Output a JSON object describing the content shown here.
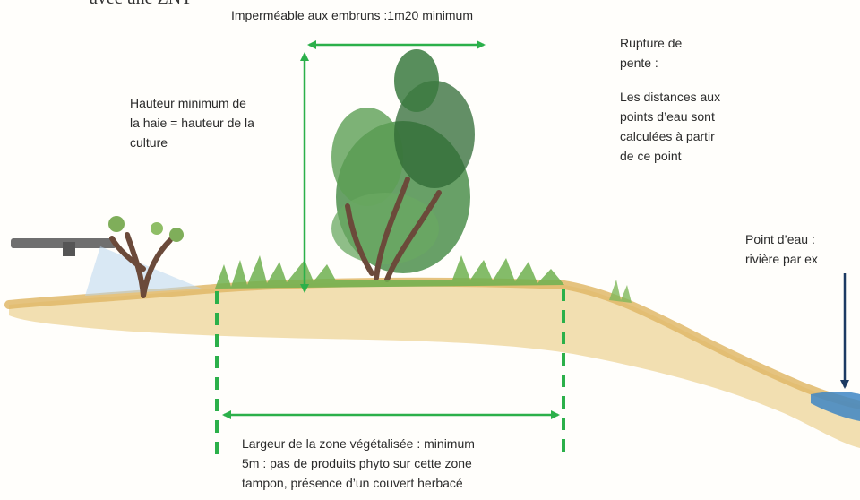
{
  "labels": {
    "top_cut": "avec une ZNT",
    "embruns": "Imperméable aux embruns :1m20 minimum",
    "hauteur": [
      "Hauteur  minimum de",
      "la haie = hauteur de la",
      "culture"
    ],
    "rupture": [
      "Rupture de",
      "pente :"
    ],
    "distances": [
      "Les distances aux",
      "points d’eau sont",
      "calculées à partir",
      "de ce point"
    ],
    "point_eau": [
      "Point d’eau :",
      "rivière par ex"
    ],
    "largeur": [
      "Largeur de la zone végétalisée : minimum",
      "5m : pas de produits phyto sur cette zone",
      "tampon, présence d’un couvert herbacé"
    ]
  },
  "colors": {
    "measure_green": "#2bb04a",
    "arrow_navy": "#1c3a63",
    "soil": "#e0b868",
    "soil_light": "#f1dca8",
    "foliage": "#4e8f4c",
    "foliage_dark": "#2f6a34",
    "trunk": "#6b4a3a",
    "water": "#3e86c4",
    "sprayer": "#6f6f6f"
  }
}
